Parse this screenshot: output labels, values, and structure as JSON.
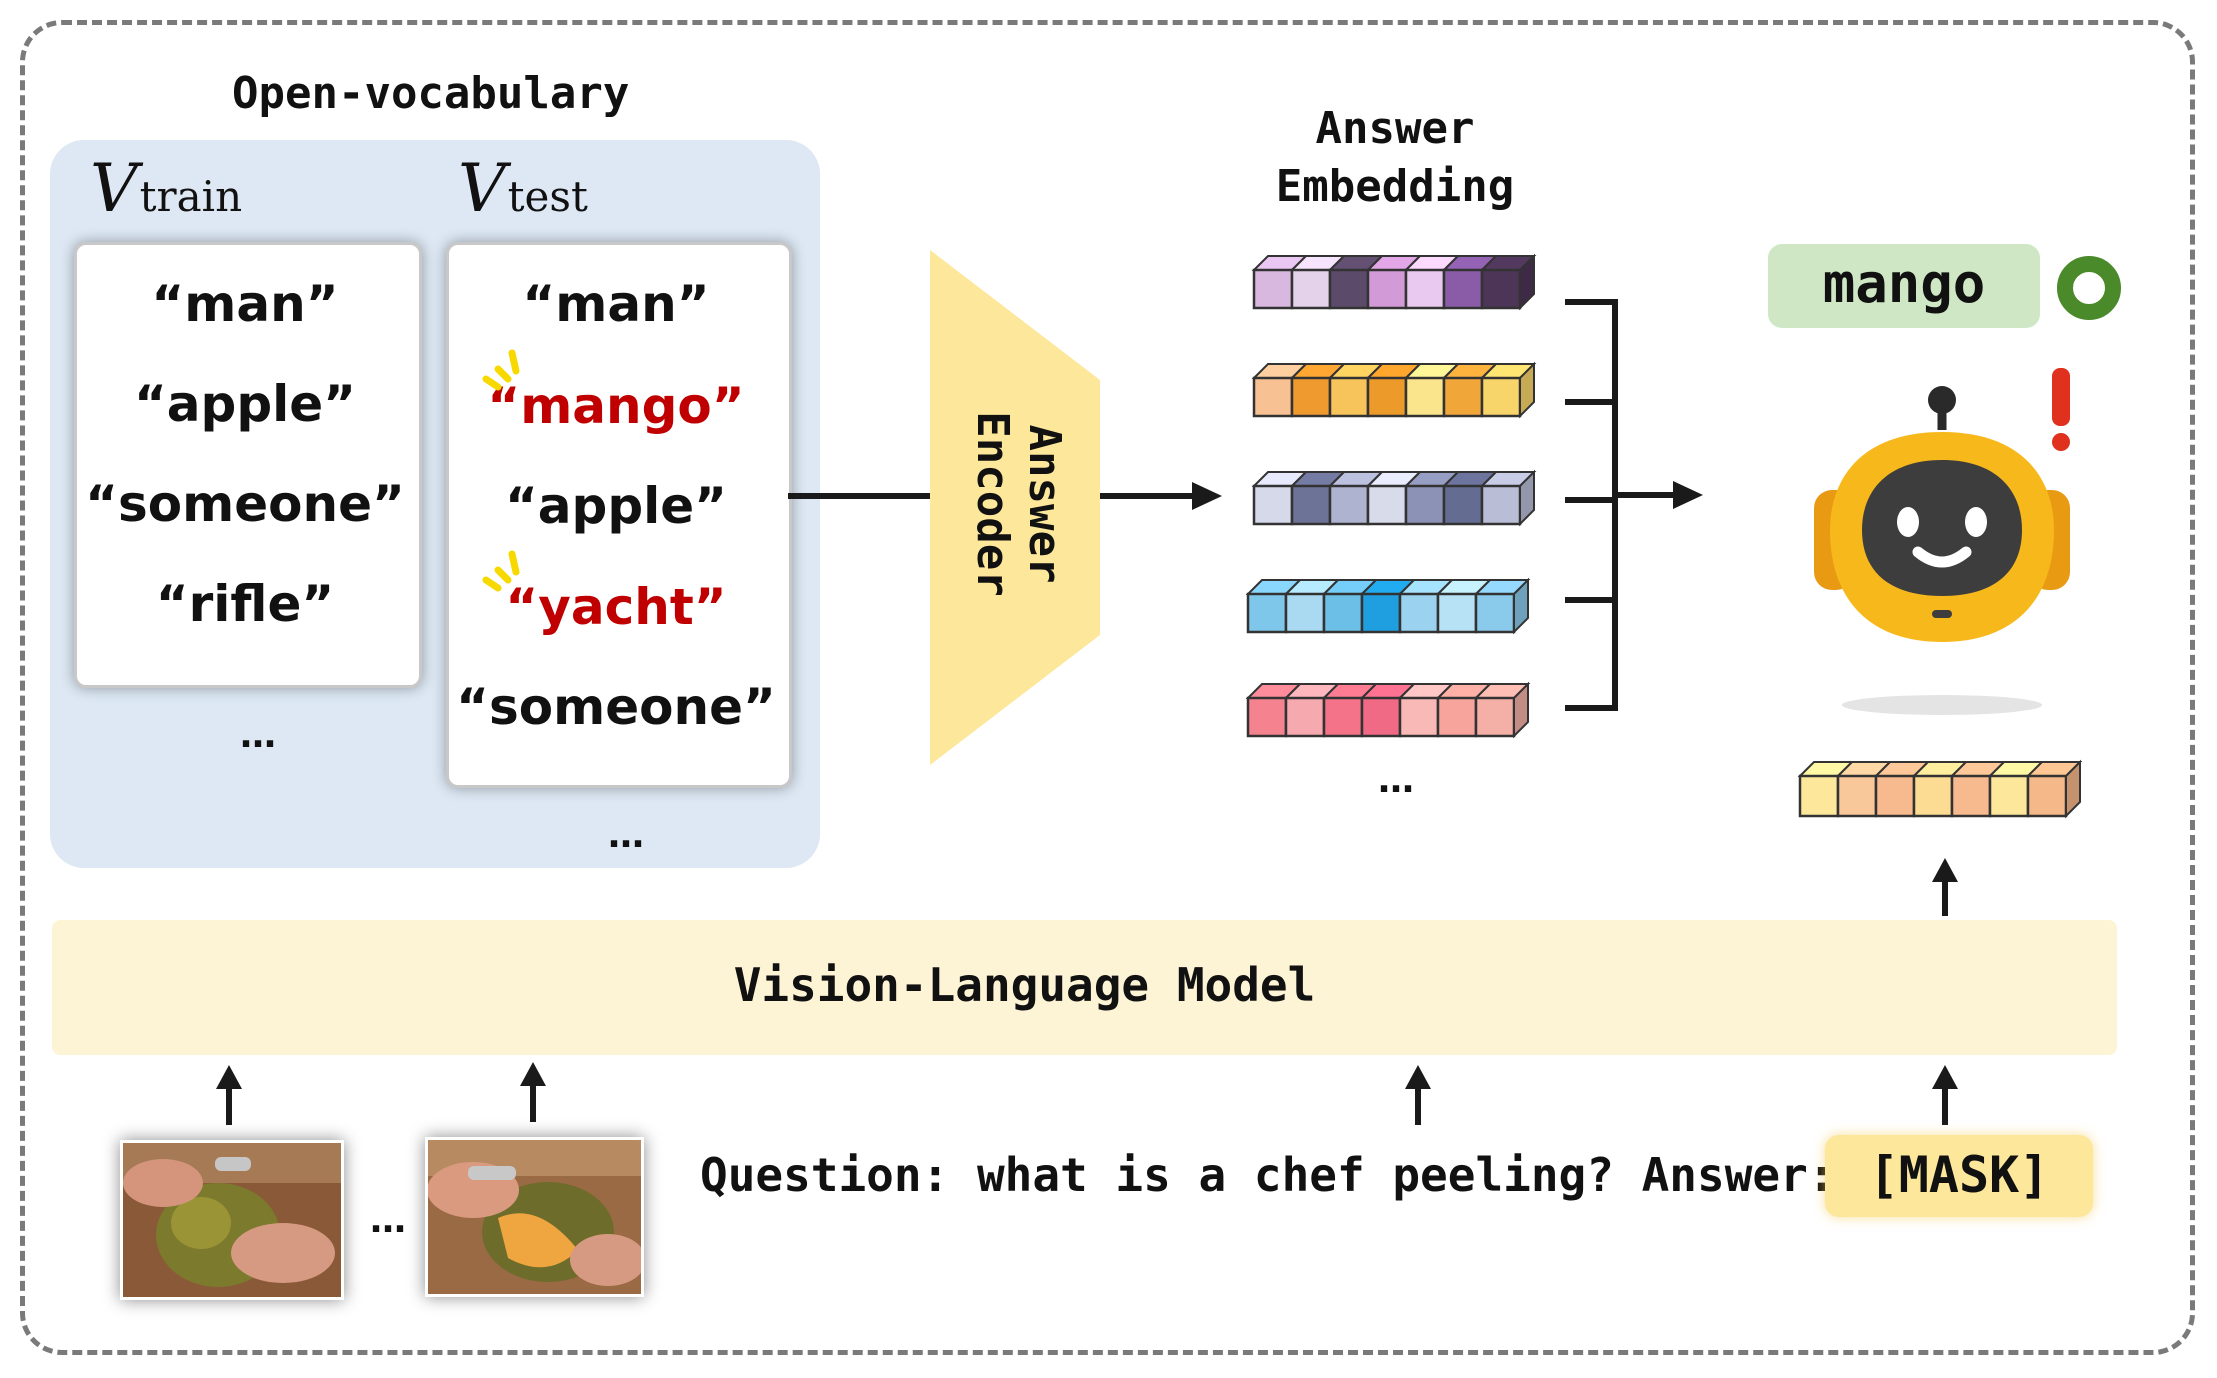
{
  "open_vocab_title": "Open-vocabulary",
  "v_symbol": "V",
  "train_sub": "train",
  "test_sub": "test",
  "train_words": [
    "“man”",
    "“apple”",
    "“someone”",
    "“rifle”"
  ],
  "test_words": [
    {
      "text": "“man”",
      "highlight": false
    },
    {
      "text": "“mango”",
      "highlight": true
    },
    {
      "text": "“apple”",
      "highlight": false
    },
    {
      "text": "“yacht”",
      "highlight": true
    },
    {
      "text": "“someone”",
      "highlight": false
    }
  ],
  "ellipsis": "…",
  "encoder_line1": "Answer",
  "encoder_line2": "Encoder",
  "embedding_title_line1": "Answer",
  "embedding_title_line2": "Embedding",
  "embedding_rows": [
    [
      "#d9b8e0",
      "#e4d2ea",
      "#5c4a6a",
      "#d29ad6",
      "#e9c9ef",
      "#8a5ca8",
      "#4d3558"
    ],
    [
      "#f7c193",
      "#ef9a2f",
      "#f6c45a",
      "#ec9a2a",
      "#fbe58c",
      "#f1a63a",
      "#f7d56a"
    ],
    [
      "#d6d9ea",
      "#6c7397",
      "#aeb3cf",
      "#d8dbea",
      "#8c92b5",
      "#656c92",
      "#b9bdd6"
    ],
    [
      "#7fc7ea",
      "#a9daf1",
      "#6cbfe7",
      "#1f9fe0",
      "#9ad2ef",
      "#b7e1f4",
      "#8acaeb"
    ],
    [
      "#f4828f",
      "#f7a9b0",
      "#f47388",
      "#f06a86",
      "#f8b9b7",
      "#f6a49c",
      "#f4b0a7"
    ]
  ],
  "mask_embedding": [
    "#fde79a",
    "#f8c89a",
    "#f7b98e",
    "#fbdc92",
    "#f7b98e",
    "#fde79a",
    "#f5b888"
  ],
  "prediction": "mango",
  "vlm_label": "Vision-Language Model",
  "question_text": "Question: what is a chef peeling? Answer:",
  "mask_token": "[MASK]",
  "colors": {
    "panel_bg": "#dde8f4",
    "encoder": "#fde79a",
    "highlight_text": "#c00000",
    "prediction_bg": "#cfe7c4",
    "correct_ring": "#4a8a2a",
    "robot_body": "#f7b81c",
    "exclamation": "#e0301e"
  }
}
